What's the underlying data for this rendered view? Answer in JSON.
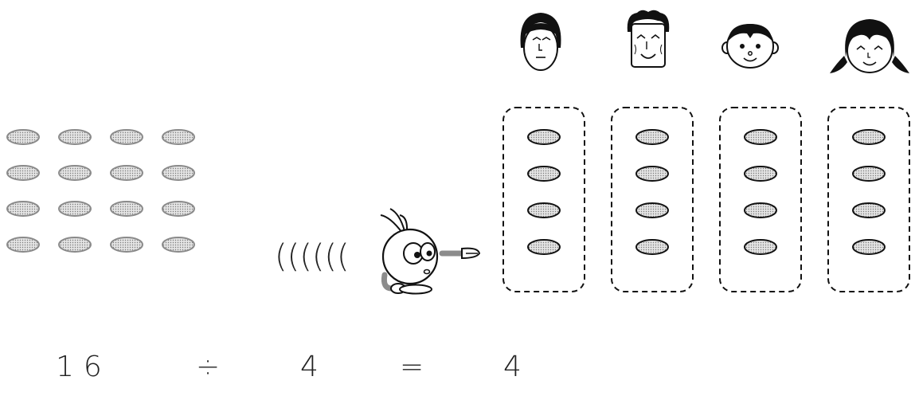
{
  "scene": {
    "total_items": 16,
    "people_count": 4,
    "per_person": 4,
    "people": [
      {
        "icon": "man-with-long-hair-face-icon"
      },
      {
        "icon": "curly-haired-man-face-icon"
      },
      {
        "icon": "girl-with-bangs-face-icon"
      },
      {
        "icon": "woman-with-pigtails-face-icon"
      }
    ],
    "motion_marks": "(((((("
  },
  "equation": {
    "dividend": "16",
    "operator": "÷",
    "divisor": "4",
    "equals": "=",
    "quotient": "4"
  },
  "colors": {
    "ink": "#111111",
    "seed_fill": "#d3d3d3",
    "seed_stroke_light": "#8a8a8a",
    "arm": "#8c8c8c"
  }
}
